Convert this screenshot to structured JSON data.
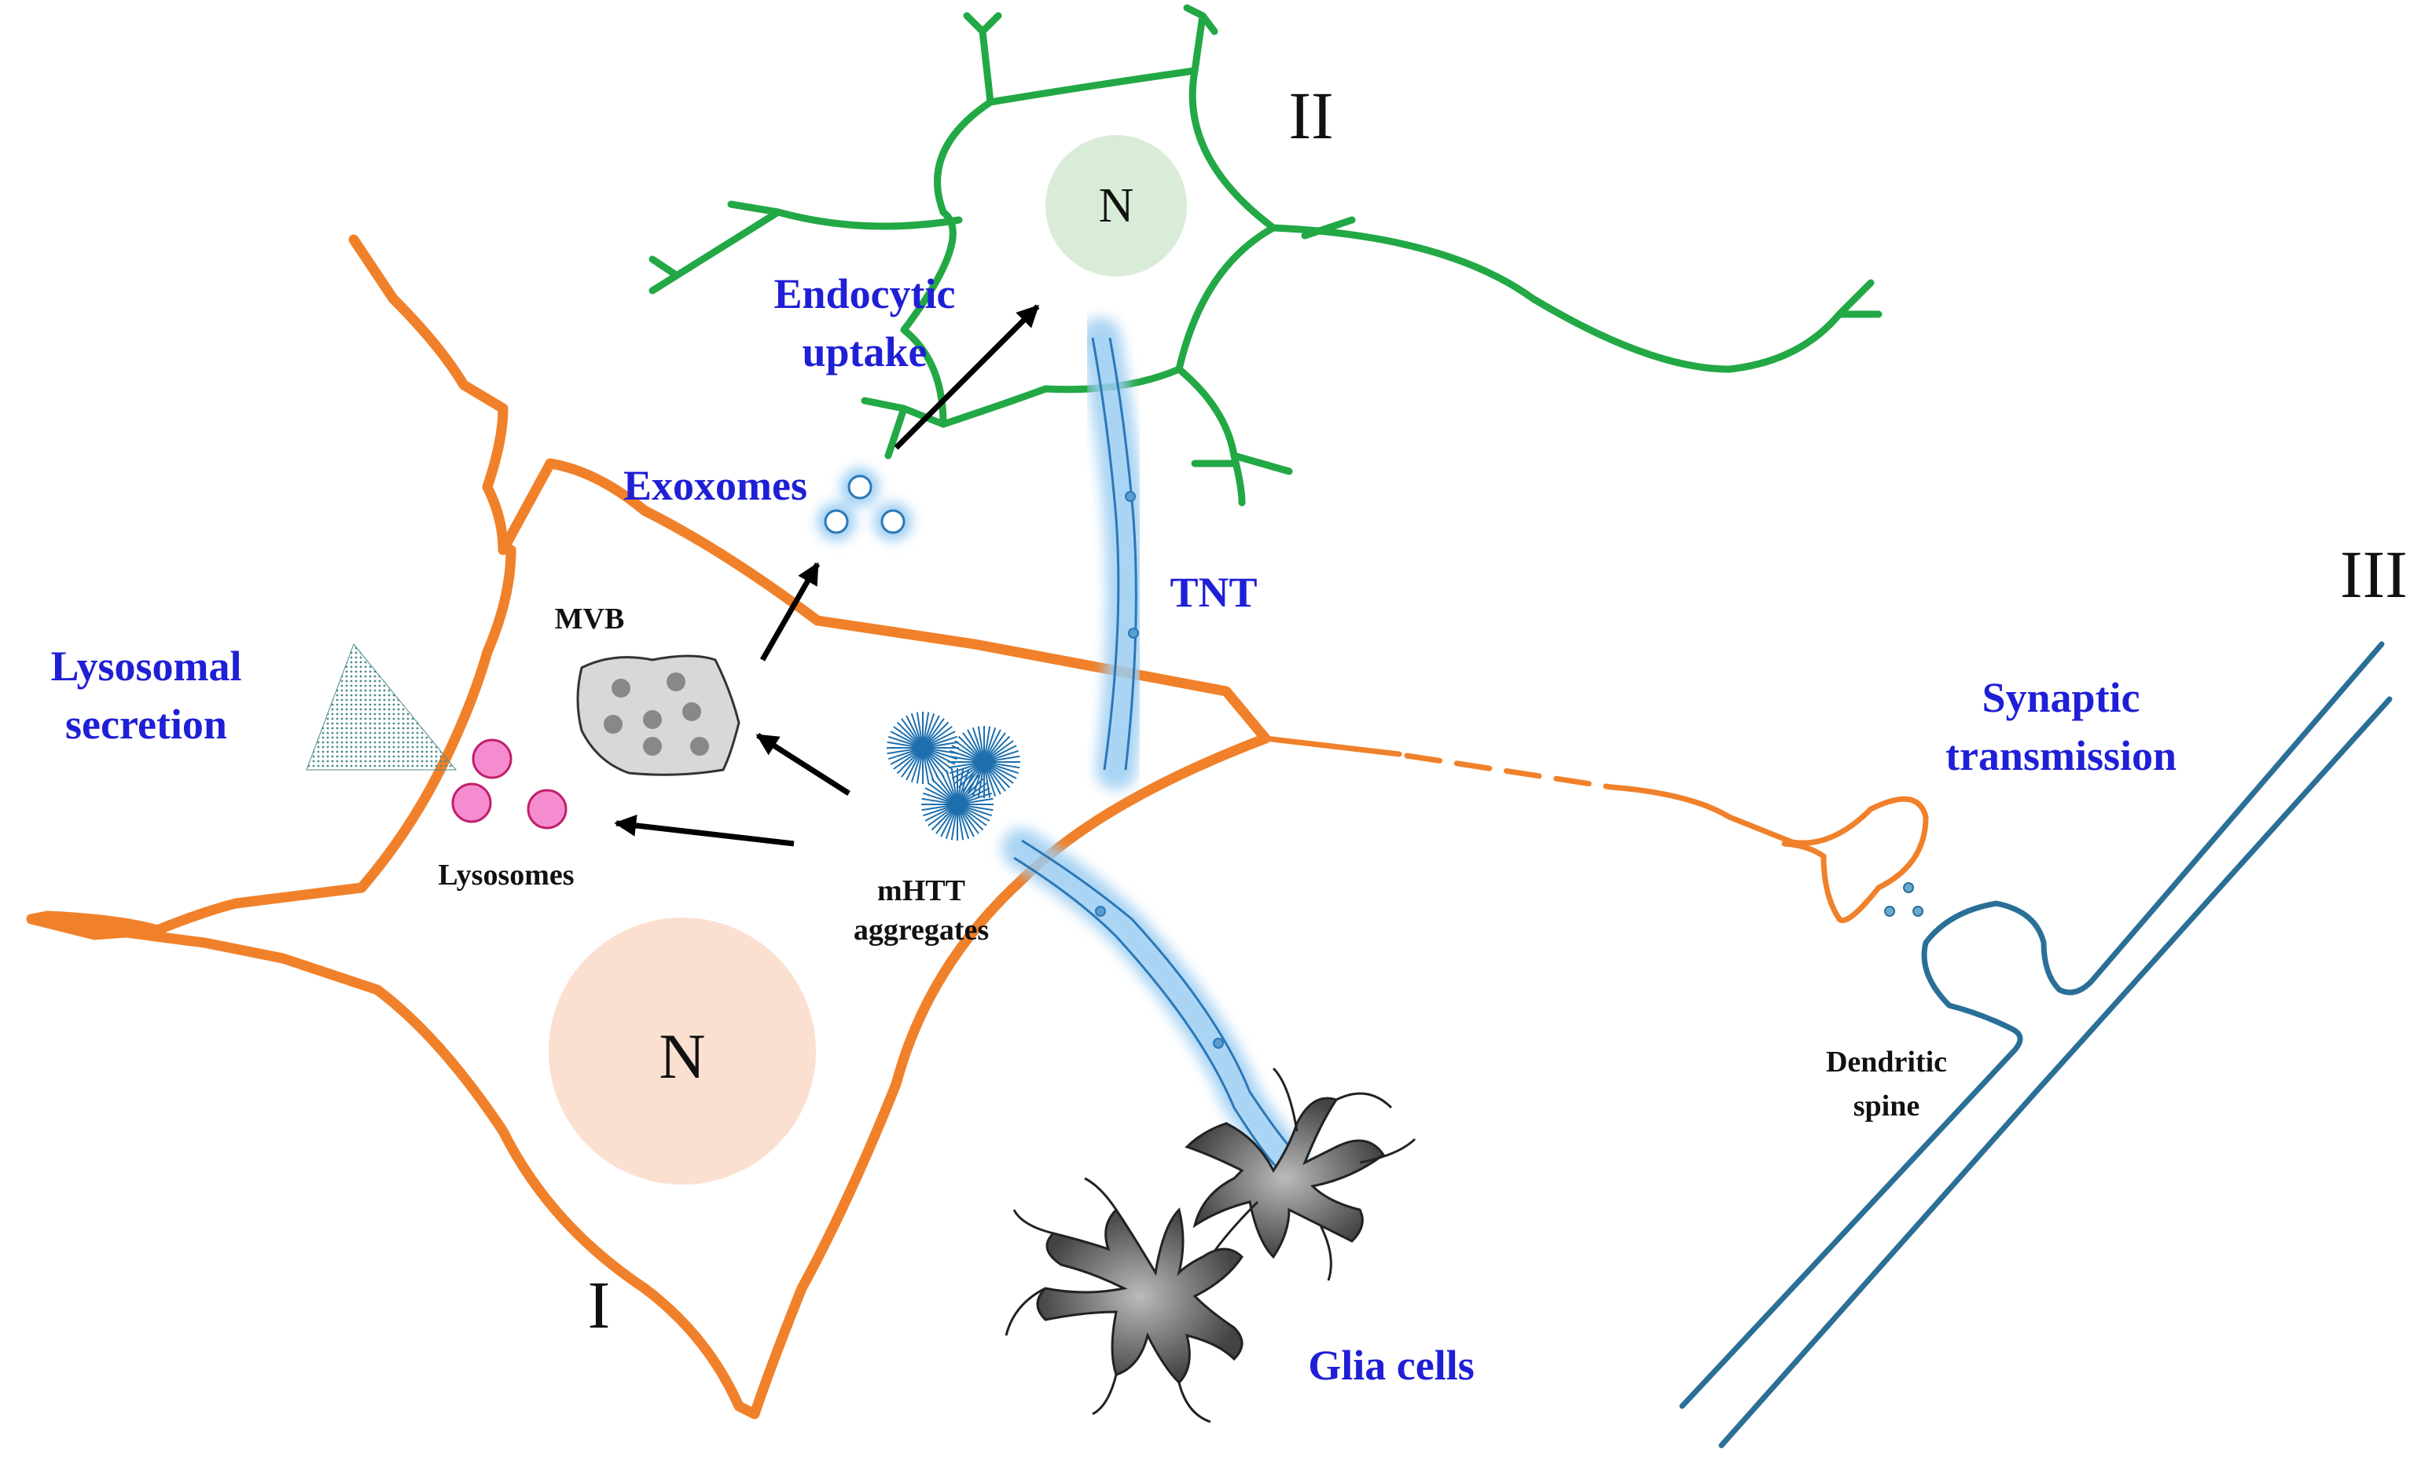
{
  "labels": {
    "cell_numerals": {
      "cell_1": "I",
      "cell_2": "II",
      "cell_3": "III"
    },
    "nucleus": "N",
    "endocytic_uptake": [
      "Endocytic",
      "uptake"
    ],
    "exosomes": "Exoxomes",
    "tnt": "TNT",
    "mvb": "MVB",
    "lysosomal_secretion": [
      "Lysosomal",
      "secretion"
    ],
    "lysosomes": "Lysosomes",
    "mhtt_aggregates": [
      "mHTT",
      "aggregates"
    ],
    "synaptic_transmission": [
      "Synaptic",
      "transmission"
    ],
    "dendritic_spine": [
      "Dendritic",
      "spine"
    ],
    "glia_cells": "Glia cells"
  },
  "colors": {
    "neuron_1": "#f0812a",
    "neuron_2": "#22a845",
    "neuron_3": "#2a6f97",
    "nucleus_1": "#fbe0d2",
    "nucleus_2": "#d8ecd8",
    "pathway_label": "#1f1fd6",
    "tnt": "#9ccdf2",
    "lysosome": "#f58ccf",
    "aggregate": "#1d6fae",
    "glia": "#3a3a3a"
  }
}
